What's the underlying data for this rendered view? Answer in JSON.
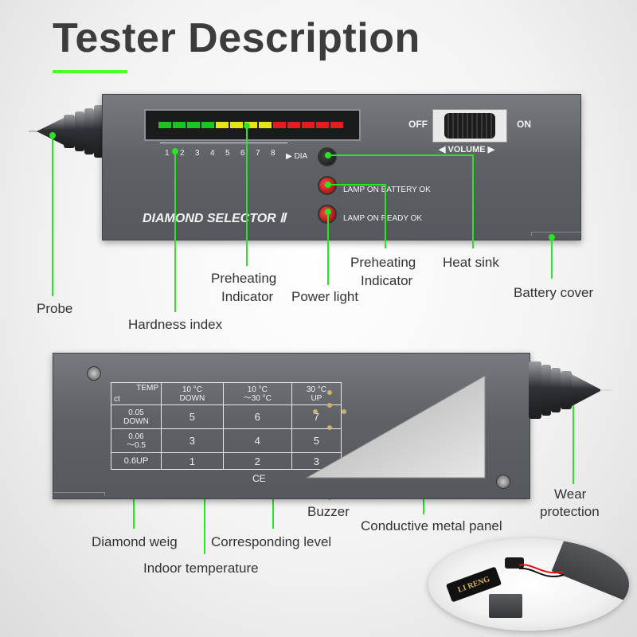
{
  "title": "Tester Description",
  "top_device": {
    "scale_numbers": [
      "1",
      "2",
      "3",
      "4",
      "5",
      "6",
      "7",
      "8"
    ],
    "dia_label": "▶ DIA",
    "off_label": "OFF",
    "on_label": "ON",
    "volume_label": "◀ VOLUME ▶",
    "lamp_battery": "LAMP ON BATTERY OK",
    "lamp_ready": "LAMP ON READY OK",
    "brand": "DIAMOND SELECTOR Ⅱ"
  },
  "bar_colors": [
    "#1ec41e",
    "#1ec41e",
    "#1ec41e",
    "#1ec41e",
    "#e8e21a",
    "#e8e21a",
    "#e8e21a",
    "#e8e21a",
    "#e01e1e",
    "#e01e1e",
    "#e01e1e",
    "#e01e1e",
    "#e01e1e"
  ],
  "callouts_top": {
    "probe": "Probe",
    "hardness": "Hardness index",
    "preheating_left_1": "Preheating",
    "preheating_left_2": "Indicator",
    "power": "Power light",
    "preheating_right_1": "Preheating",
    "preheating_right_2": "Indicator",
    "heat_sink": "Heat sink",
    "battery_cover": "Battery cover"
  },
  "table": {
    "corner_temp": "TEMP",
    "corner_ct": "ct",
    "headers": [
      [
        "10 °C",
        "DOWN"
      ],
      [
        "10 °C",
        "～30 °C"
      ],
      [
        "30 °C",
        "UP"
      ]
    ],
    "rows": [
      {
        "label": [
          "0.05",
          "DOWN"
        ],
        "values": [
          "5",
          "6",
          "7"
        ]
      },
      {
        "label": [
          "0.06",
          "～0.5"
        ],
        "values": [
          "3",
          "4",
          "5"
        ]
      },
      {
        "label": [
          "0.6UP"
        ],
        "values": [
          "1",
          "2",
          "3"
        ]
      }
    ],
    "ce": "CE"
  },
  "callouts_bottom": {
    "buzzer": "Buzzer",
    "metal_panel": "Conductive metal panel",
    "wear_1": "Wear",
    "wear_2": "protection",
    "diamond_weight": "Diamond weig",
    "level": "Corresponding level",
    "indoor": "Indoor temperature"
  },
  "accessory": {
    "battery_brand": "LI RENG"
  },
  "colors": {
    "accent_green": "#28e61f",
    "device_gray": "#62666b"
  }
}
